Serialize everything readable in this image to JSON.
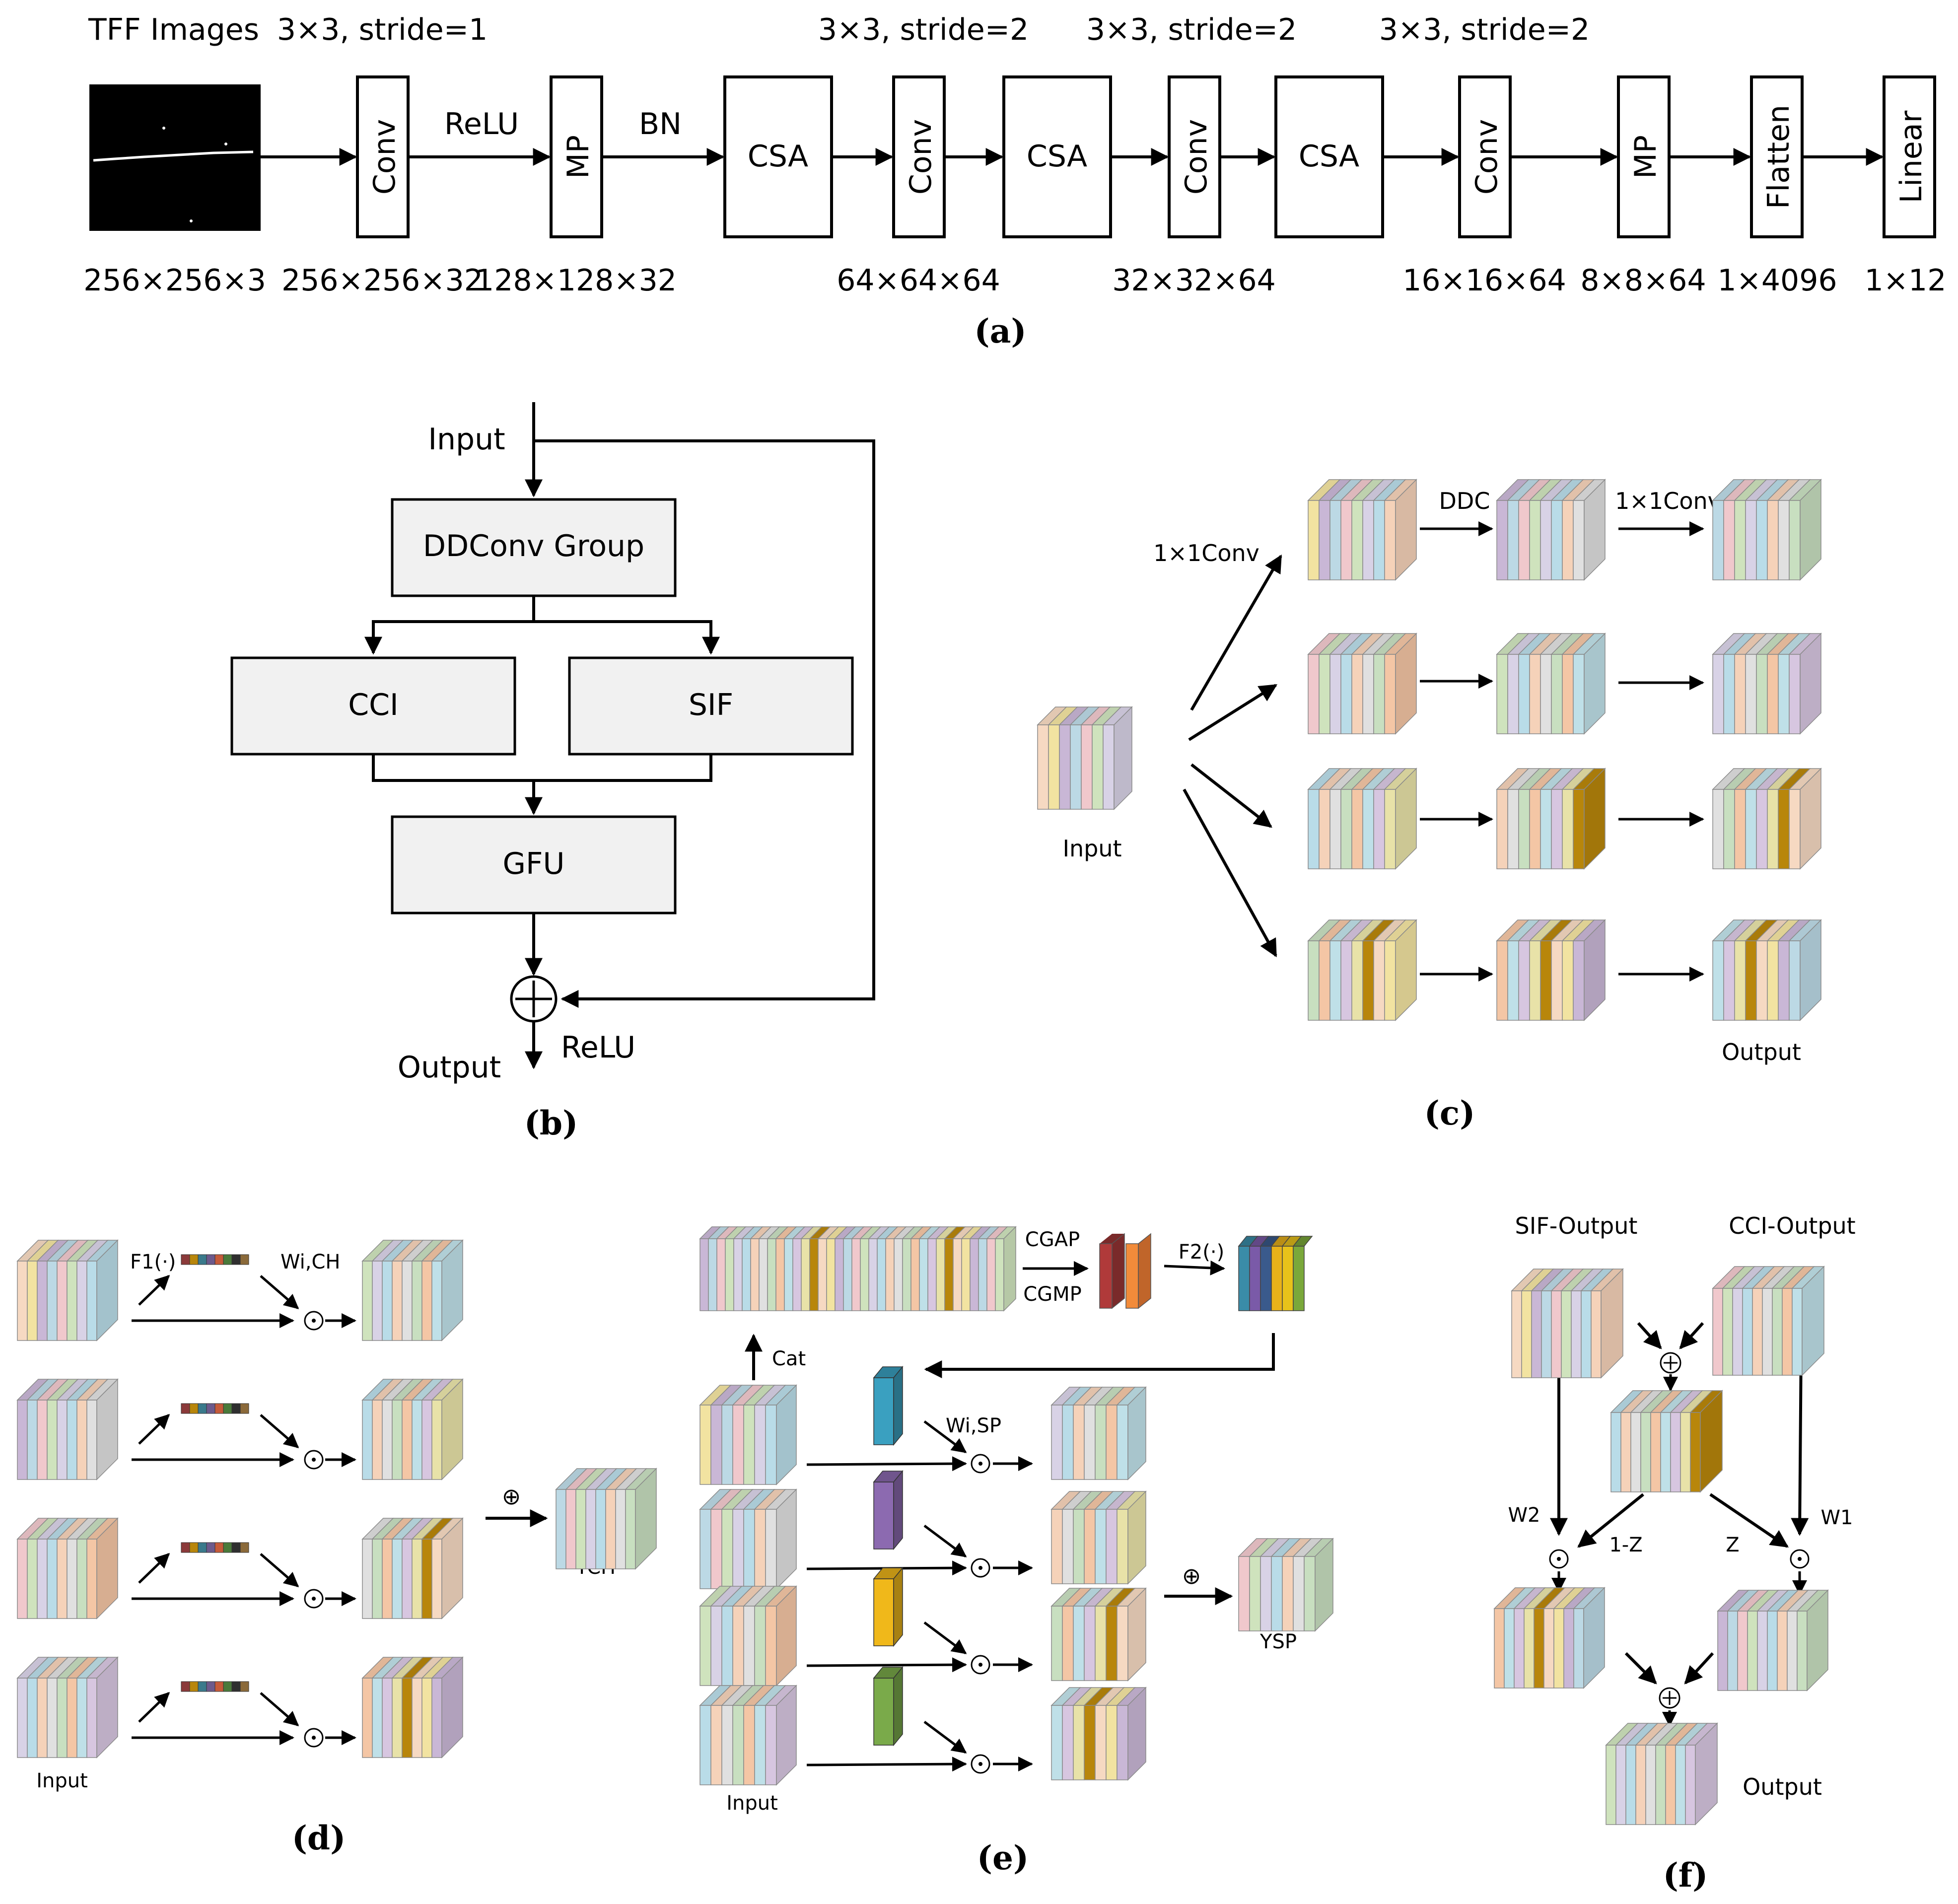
{
  "panel_a": {
    "caption": "(a)",
    "tff_label": "TFF Images",
    "top_labels": [
      "3×3, stride=1",
      "3×3, stride=2",
      "3×3, stride=2",
      "3×3, stride=2"
    ],
    "between_labels": [
      "ReLU",
      "BN"
    ],
    "blocks": [
      "Conv",
      "MP",
      "CSA",
      "Conv",
      "CSA",
      "Conv",
      "CSA",
      "Conv",
      "MP",
      "Flatten",
      "Linear"
    ],
    "dims": [
      "256×256×3",
      "256×256×32",
      "128×128×32",
      "64×64×64",
      "32×32×64",
      "16×16×64",
      "8×8×64",
      "1×4096",
      "1×12"
    ]
  },
  "panel_b": {
    "caption": "(b)",
    "input": "Input",
    "ddconv": "DDConv Group",
    "cci": "CCI",
    "sif": "SIF",
    "gfu": "GFU",
    "output": "Output",
    "relu": "ReLU"
  },
  "panel_c": {
    "caption": "(c)",
    "conv1": "1×1Conv",
    "ddc": "DDC",
    "conv2": "1×1Conv",
    "input": "Input",
    "output": "Output"
  },
  "panel_d": {
    "caption": "(d)",
    "f1": "F1(·)",
    "w": "Wi,CH",
    "plus": "⊕",
    "ych": "YCH",
    "input": "Input",
    "odot": "⊙"
  },
  "panel_e": {
    "caption": "(e)",
    "cgap": "CGAP",
    "cgmp": "CGMP",
    "f2": "F2(·)",
    "cat": "Cat",
    "w": "Wi,SP",
    "plus": "⊕",
    "ysp": "YSP",
    "input": "Input"
  },
  "panel_f": {
    "caption": "(f)",
    "sif_out": "SIF-Output",
    "cci_out": "CCI-Output",
    "w2": "W2",
    "w1": "W1",
    "one_minus_z": "1-Z",
    "z": "Z",
    "output": "Output"
  },
  "palette": [
    "#f6d9c2",
    "#f2e3a1",
    "#c9b7d6",
    "#bcd9e5",
    "#f0c8cc",
    "#cfe3bd",
    "#d8d2e6",
    "#b9dce8",
    "#f5d2b9",
    "#e0e0e0",
    "#c8dfc0",
    "#f4c6a5",
    "#bfe0e8",
    "#d7c6e0",
    "#e8e2a8",
    "#b8860b"
  ]
}
